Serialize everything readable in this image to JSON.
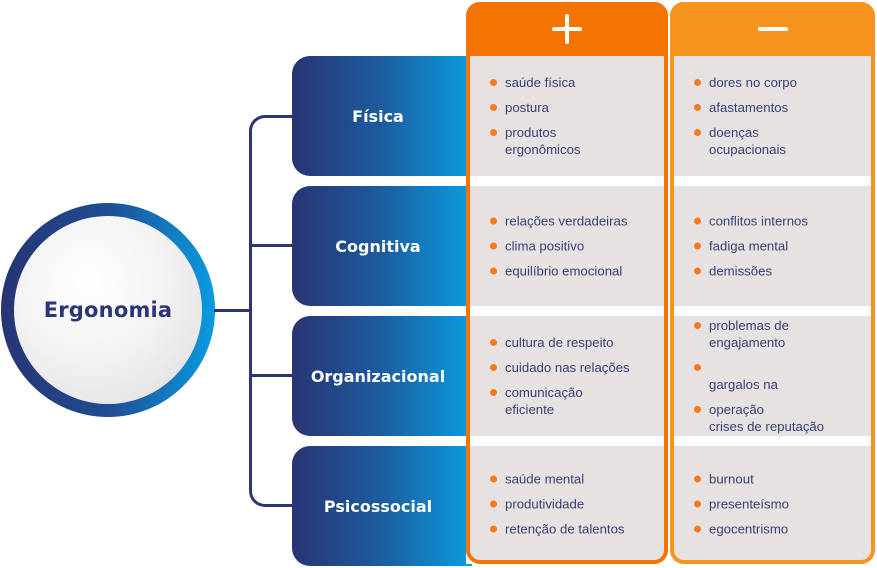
{
  "center": {
    "label": "Ergonomia"
  },
  "columns": {
    "positive": {
      "icon": "plus-icon",
      "color": "#f57300"
    },
    "negative": {
      "icon": "minus-icon",
      "color": "#f7941d"
    }
  },
  "colors": {
    "navy": "#2c3677",
    "gradient_start": "#283474",
    "gradient_end": "#0a9de1",
    "cell_bg": "#e6e2e1",
    "bullet": "#f47b20",
    "text": "#3a3f74"
  },
  "rows": [
    {
      "category": "Física",
      "positive": [
        "saúde física",
        "postura",
        "produtos\nergonômicos"
      ],
      "negative": [
        "dores no corpo",
        "afastamentos",
        "doenças\nocupacionais"
      ]
    },
    {
      "category": "Cognitiva",
      "positive": [
        "relações verdadeiras",
        "clima positivo",
        "equilíbrio emocional"
      ],
      "negative": [
        "conflitos internos",
        "fadiga mental",
        "demissões"
      ]
    },
    {
      "category": "Organizacional",
      "positive": [
        "cultura de respeito",
        "cuidado nas relações",
        "comunicação\neficiente"
      ],
      "negative": [
        "problemas de\nengajamento",
        "\ngargalos na",
        "operação\ncrises de reputação"
      ]
    },
    {
      "category": "Psicossocial",
      "positive": [
        "saúde mental",
        "produtividade",
        "retenção de talentos"
      ],
      "negative": [
        "burnout",
        "presenteísmo",
        "egocentrismo"
      ]
    }
  ]
}
